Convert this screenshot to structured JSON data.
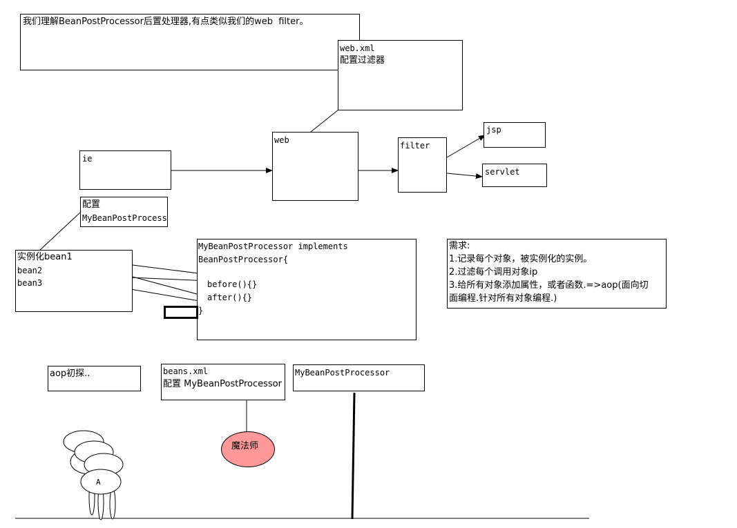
{
  "top_note": "我们理解BeanPostProcessor后置处理器,有点类似我们的web  filter。",
  "webxml": {
    "line1": "web.xml",
    "line2": "配置过滤器"
  },
  "web_box": "web",
  "filter_box": "filter",
  "jsp_box": "jsp",
  "servlet_box": "servlet",
  "ie_box": "ie",
  "config_box": {
    "line1": "配置",
    "line2": "MyBeanPostProcess"
  },
  "instance_box": {
    "line1": "实例化bean1",
    "line2": "bean2",
    "line3": "bean3"
  },
  "processor_box": {
    "line1": "MyBeanPostProcessor implements",
    "line2": "BeanPostProcessor{",
    "line3": "before(){}",
    "line4": "after(){}",
    "line5": "}"
  },
  "requirements": {
    "title": "需求:",
    "item1": "1.记录每个对象，被实例化的实例。",
    "item2": "2.过滤每个调用对象ip",
    "item3a": "3.给所有对象添加属性，或者函数.=>aop(面向切",
    "item3b": "面编程.针对所有对象编程.)"
  },
  "aop_box": "aop初探..",
  "beans_box": {
    "line1": "beans.xml",
    "line2": "配置 MyBeanPostProcessor"
  },
  "mbpp_box": "MyBeanPostProcessor",
  "magician": "魔法师",
  "figure_label": "A",
  "colors": {
    "magician_fill": "#ff9999",
    "line": "#000000"
  }
}
